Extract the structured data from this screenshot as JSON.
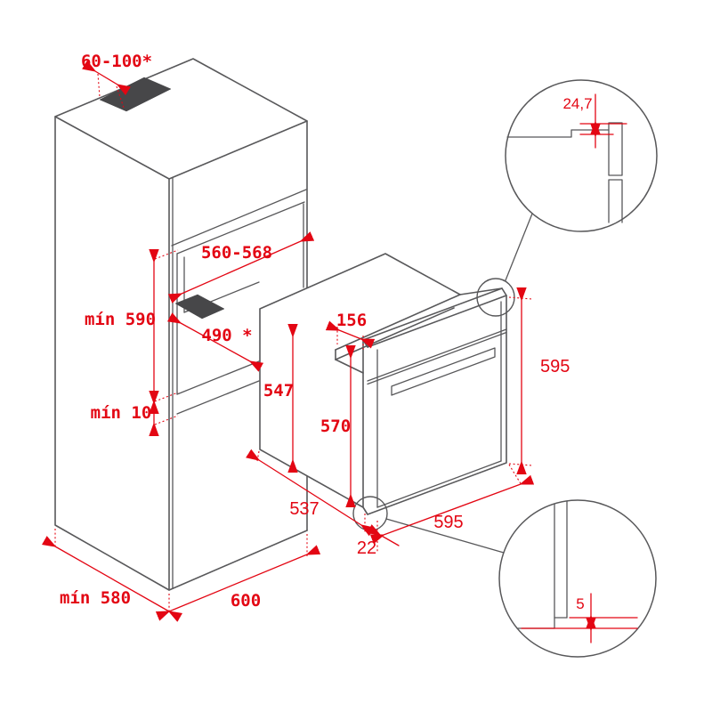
{
  "title": "Built-in oven niche installation diagram",
  "colors": {
    "dimension_red": "#e30613",
    "line_gray": "#58585a",
    "dark_fill": "#474749",
    "background": "#ffffff"
  },
  "labels": {
    "vent_slot": "60-100*",
    "niche_width": "560-568",
    "niche_min_height": "mín 590",
    "niche_depth": "490 *",
    "bottom_clearance": "mín 10",
    "cabinet_min_depth": "mín 580",
    "cabinet_width": "600",
    "oven_body_height": "547",
    "oven_inner_front_height": "570",
    "oven_top_recess_depth": "156",
    "oven_body_depth": "537",
    "oven_front_width": "595",
    "oven_front_height": "595",
    "oven_frame_overhang": "22",
    "detail_top_offset": "24,7",
    "detail_bottom_gap": "5"
  }
}
